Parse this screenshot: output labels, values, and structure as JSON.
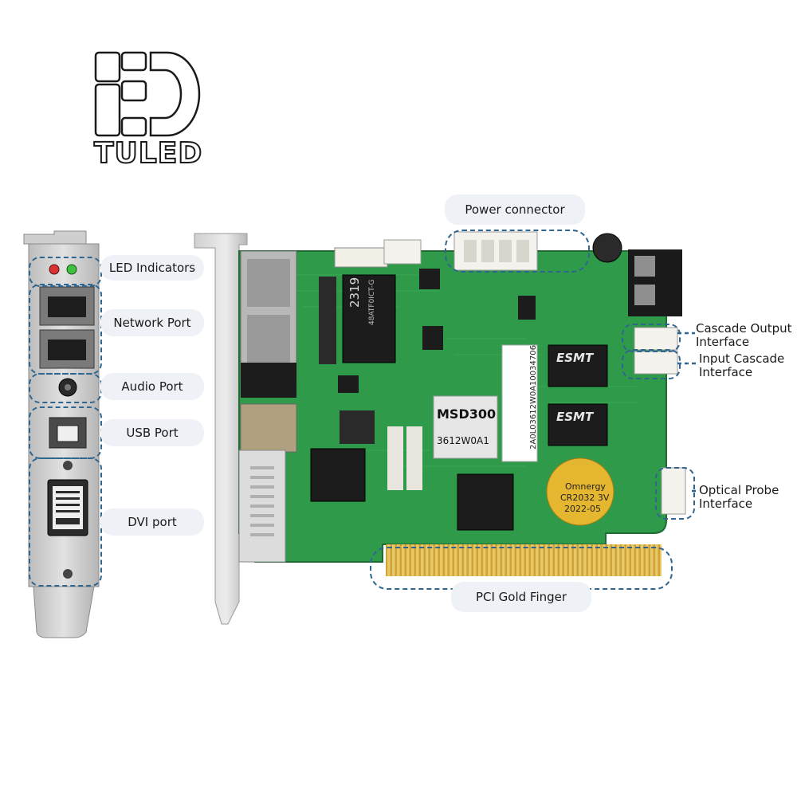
{
  "brand": {
    "logo_icon": "led-d-logo-icon",
    "name": "TULED"
  },
  "callouts": {
    "led_indicators": "LED Indicators",
    "network_port": "Network Port",
    "audio_port": "Audio Port",
    "usb_port": "USB Port",
    "dvi_port": "DVI port",
    "power_connector": "Power connector",
    "cascade_output": [
      "Cascade Output",
      "Interface"
    ],
    "input_cascade": [
      "Input Cascade",
      "Interface"
    ],
    "optical_probe": [
      "Optical Probe",
      "Interface"
    ],
    "pci_gold_finger": "PCI Gold Finger"
  },
  "board": {
    "model": "MSD300",
    "model_code": "3612W0A1",
    "serial": "2A0L03612W0A10034706",
    "chip_1": "2319",
    "chip_1_sub": "48ATF0ICT-G",
    "memory_brand": "ESMT",
    "battery_brand": "Omnergy",
    "battery_model": "CR2032 3V",
    "battery_date": "2022-05"
  },
  "colors": {
    "pcb_green": "#2f9a4a",
    "gold": "#d9b44a",
    "bracket": "#c9c9c9",
    "dash_blue": "#2f6690",
    "callout_bg": "#eef2f6"
  }
}
